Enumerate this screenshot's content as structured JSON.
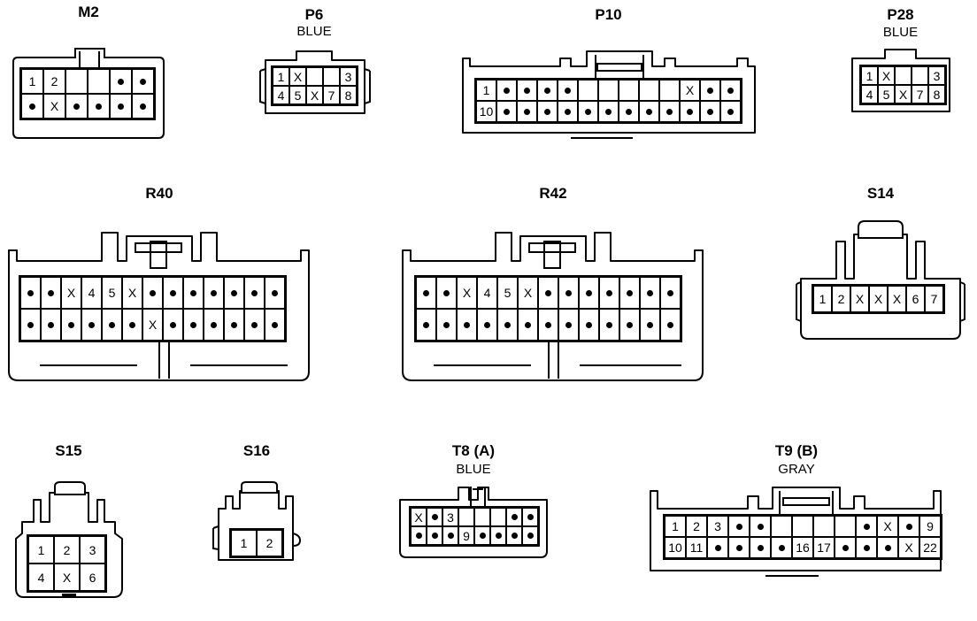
{
  "connectors": [
    {
      "id": "M2",
      "title": "M2",
      "subtitle": "",
      "rows": [
        [
          "1",
          "2",
          "",
          "",
          "•",
          "•"
        ],
        [
          "•",
          "X",
          "•",
          "•",
          "•",
          "•"
        ]
      ]
    },
    {
      "id": "P6",
      "title": "P6",
      "subtitle": "BLUE",
      "rows": [
        [
          "1",
          "X",
          "",
          "",
          "3"
        ],
        [
          "4",
          "5",
          "X",
          "7",
          "8"
        ]
      ]
    },
    {
      "id": "P10",
      "title": "P10",
      "subtitle": "",
      "rows": [
        [
          "1",
          "•",
          "•",
          "•",
          "•",
          "",
          "",
          "",
          "",
          "",
          "X",
          "•",
          "•"
        ],
        [
          "10",
          "•",
          "•",
          "•",
          "•",
          "•",
          "•",
          "•",
          "•",
          "•",
          "•",
          "•",
          "•"
        ]
      ]
    },
    {
      "id": "P28",
      "title": "P28",
      "subtitle": "BLUE",
      "rows": [
        [
          "1",
          "X",
          "",
          "",
          "3"
        ],
        [
          "4",
          "5",
          "X",
          "7",
          "8"
        ]
      ]
    },
    {
      "id": "R40",
      "title": "R40",
      "subtitle": "",
      "rows": [
        [
          "•",
          "•",
          "X",
          "4",
          "5",
          "X",
          "•",
          "•",
          "•",
          "•",
          "•",
          "•",
          "•"
        ],
        [
          "•",
          "•",
          "•",
          "•",
          "•",
          "•",
          "X",
          "•",
          "•",
          "•",
          "•",
          "•",
          "•"
        ]
      ]
    },
    {
      "id": "R42",
      "title": "R42",
      "subtitle": "",
      "rows": [
        [
          "•",
          "•",
          "X",
          "4",
          "5",
          "X",
          "•",
          "•",
          "•",
          "•",
          "•",
          "•",
          "•"
        ],
        [
          "•",
          "•",
          "•",
          "•",
          "•",
          "•",
          "•",
          "•",
          "•",
          "•",
          "•",
          "•",
          "•"
        ]
      ]
    },
    {
      "id": "S14",
      "title": "S14",
      "subtitle": "",
      "rows": [
        [
          "1",
          "2",
          "X",
          "X",
          "X",
          "6",
          "7"
        ]
      ]
    },
    {
      "id": "S15",
      "title": "S15",
      "subtitle": "",
      "rows": [
        [
          "1",
          "2",
          "3"
        ],
        [
          "4",
          "X",
          "6"
        ]
      ]
    },
    {
      "id": "S16",
      "title": "S16",
      "subtitle": "",
      "rows": [
        [
          "1",
          "2"
        ]
      ]
    },
    {
      "id": "T8",
      "title": "T8 (A)",
      "subtitle": "BLUE",
      "rows": [
        [
          "X",
          "•",
          "3",
          "",
          "",
          "",
          "•",
          "•"
        ],
        [
          "•",
          "•",
          "•",
          "9",
          "•",
          "•",
          "•",
          "•"
        ]
      ]
    },
    {
      "id": "T9",
      "title": "T9 (B)",
      "subtitle": "GRAY",
      "rows": [
        [
          "1",
          "2",
          "3",
          "•",
          "•",
          "",
          "",
          "",
          "",
          "•",
          "X",
          "•",
          "9"
        ],
        [
          "10",
          "11",
          "•",
          "•",
          "•",
          "•",
          "16",
          "17",
          "•",
          "•",
          "•",
          "X",
          "22"
        ]
      ]
    }
  ]
}
